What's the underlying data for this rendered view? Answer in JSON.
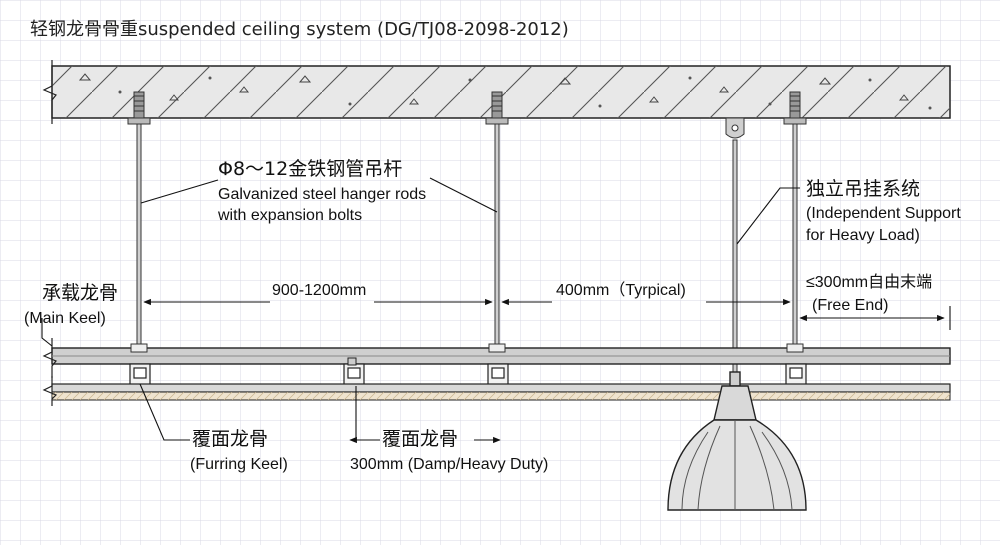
{
  "title": "轻钢龙骨骨重suspended ceiling system (DG/TJ08-2098-2012)",
  "labels": {
    "hanger_cn": "Φ8～12金铁钢管吊杆",
    "hanger_en_1": "Galvanized steel hanger rods",
    "hanger_en_2": "with expansion bolts",
    "independent_cn": "独立吊挂系统",
    "independent_en_1": "(Independent Support",
    "independent_en_2": "for Heavy Load)",
    "main_keel_cn": "承载龙骨",
    "main_keel_en": "(Main Keel)",
    "furring_keel_cn": "覆面龙骨",
    "furring_keel_en": "(Furring Keel)",
    "furring_keel2_cn": "覆面龙骨",
    "furring_keel2_en": "300mm (Damp/Heavy Duty)",
    "dim_hanger_spacing": "900-1200mm",
    "dim_typical": "400mm（Tyrpical)",
    "free_end_cn": "≤300mm自由末端",
    "free_end_en": "(Free End)"
  },
  "colors": {
    "grid": "#d6d6e4",
    "slab_fill": "#e9e9e9",
    "steel": "#bdbdbd",
    "board": "#efe3cf",
    "line": "#222222"
  }
}
